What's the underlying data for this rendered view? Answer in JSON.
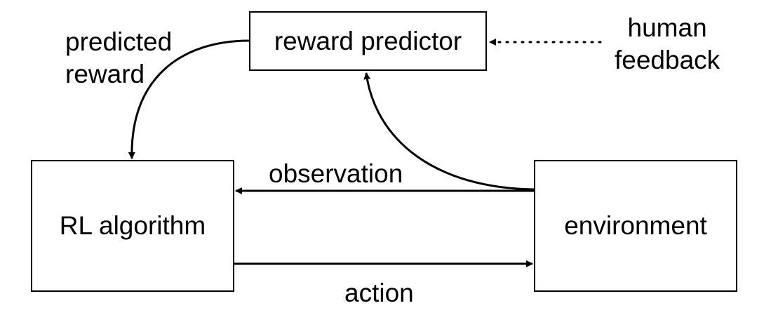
{
  "nodes": {
    "reward_predictor": "reward predictor",
    "rl_algorithm": "RL algorithm",
    "environment": "environment"
  },
  "edge_labels": {
    "predicted_reward": [
      "predicted",
      "reward"
    ],
    "human_feedback": [
      "human",
      "feedback"
    ],
    "observation": "observation",
    "action": "action"
  },
  "colors": {
    "stroke": "#000000",
    "background": "#ffffff"
  }
}
